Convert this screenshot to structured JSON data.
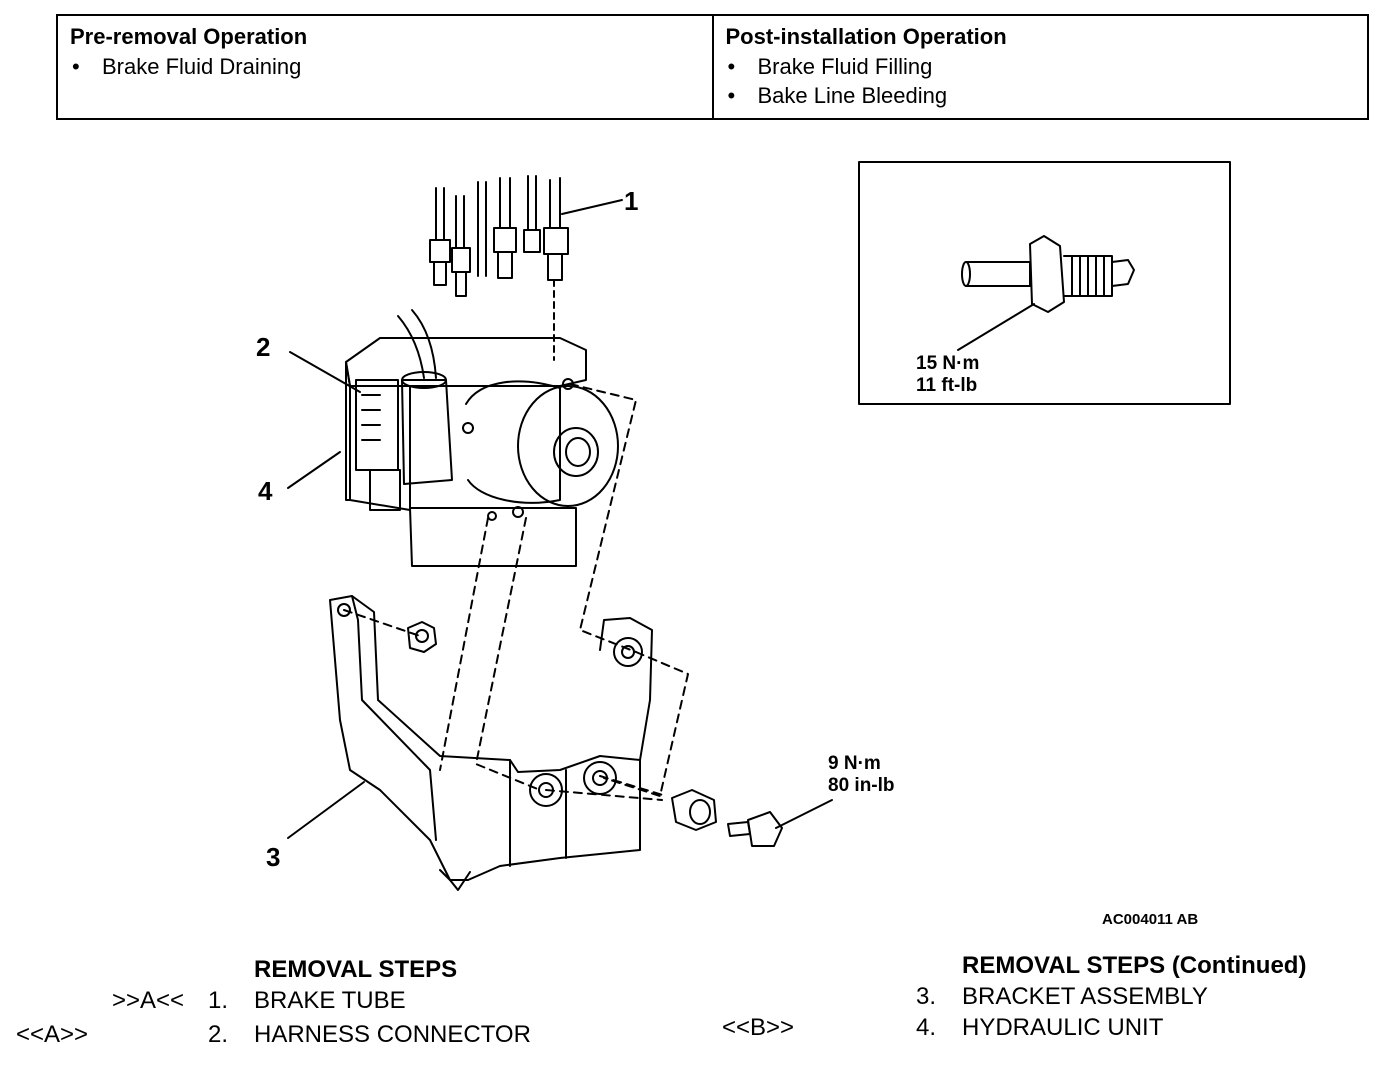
{
  "operations": {
    "pre_removal": {
      "title": "Pre-removal Operation",
      "items": [
        "Brake Fluid Draining"
      ]
    },
    "post_installation": {
      "title": "Post-installation Operation",
      "items": [
        "Brake Fluid Filling",
        "Bake Line Bleeding"
      ]
    }
  },
  "diagram": {
    "callouts": [
      "1",
      "2",
      "3",
      "4"
    ],
    "torque_inset": {
      "line1": "15 N·m",
      "line2": "11 ft-lb"
    },
    "torque_bracket": {
      "line1": "9 N·m",
      "line2": "80 in-lb"
    },
    "figure_code": "AC004011 AB"
  },
  "removal_steps": {
    "left": {
      "title": "REMOVAL STEPS",
      "steps": [
        {
          "ref": ">>A<<",
          "num": "1.",
          "text": "BRAKE TUBE"
        },
        {
          "ref": "<<A>>",
          "num": "2.",
          "text": "HARNESS CONNECTOR"
        }
      ]
    },
    "right": {
      "title": "REMOVAL STEPS (Continued)",
      "steps": [
        {
          "ref": "",
          "num": "3.",
          "text": "BRACKET ASSEMBLY"
        },
        {
          "ref": "<<B>>",
          "num": "4.",
          "text": "HYDRAULIC UNIT"
        }
      ]
    }
  }
}
